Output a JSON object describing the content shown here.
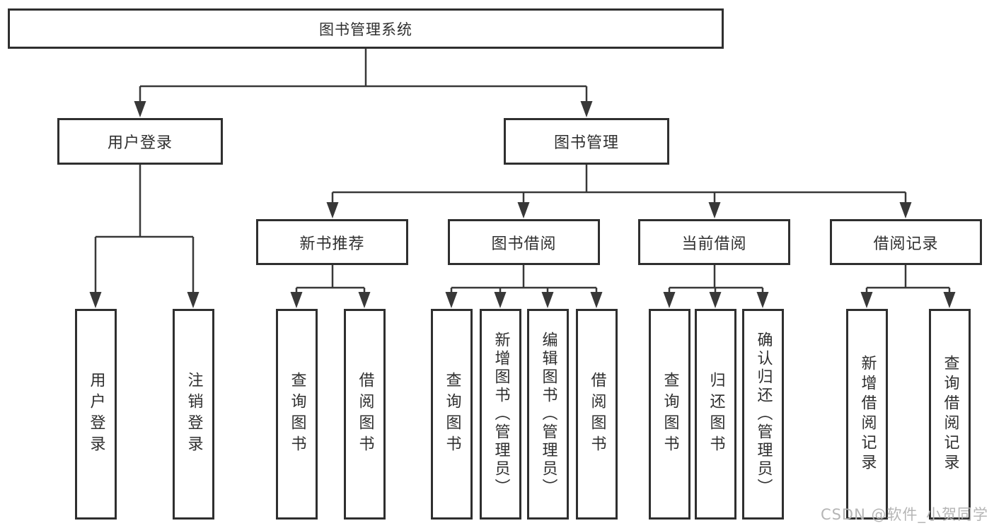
{
  "diagram": {
    "root": {
      "label": "图书管理系统"
    },
    "branches": [
      {
        "label": "用户登录",
        "children": [
          {
            "label": "用户登录"
          },
          {
            "label": "注销登录"
          }
        ]
      },
      {
        "label": "图书管理",
        "groups": [
          {
            "label": "新书推荐",
            "children": [
              {
                "label": "查询图书"
              },
              {
                "label": "借阅图书"
              }
            ]
          },
          {
            "label": "图书借阅",
            "children": [
              {
                "label": "查询图书"
              },
              {
                "label": "新增图书（管理员）"
              },
              {
                "label": "编辑图书（管理员）"
              },
              {
                "label": "借阅图书"
              }
            ]
          },
          {
            "label": "当前借阅",
            "children": [
              {
                "label": "查询图书"
              },
              {
                "label": "归还图书"
              },
              {
                "label": "确认归还（管理员）"
              }
            ]
          },
          {
            "label": "借阅记录",
            "children": [
              {
                "label": "新增借阅记录"
              },
              {
                "label": "查询借阅记录"
              }
            ]
          }
        ]
      }
    ]
  },
  "watermark": {
    "text": "CSDN @软件_小贺同学"
  },
  "colors": {
    "line": "#383838",
    "box_border": "#2f2f2f",
    "text": "#2f2f2f",
    "watermark": "#b5b5b5",
    "background": "#ffffff"
  }
}
